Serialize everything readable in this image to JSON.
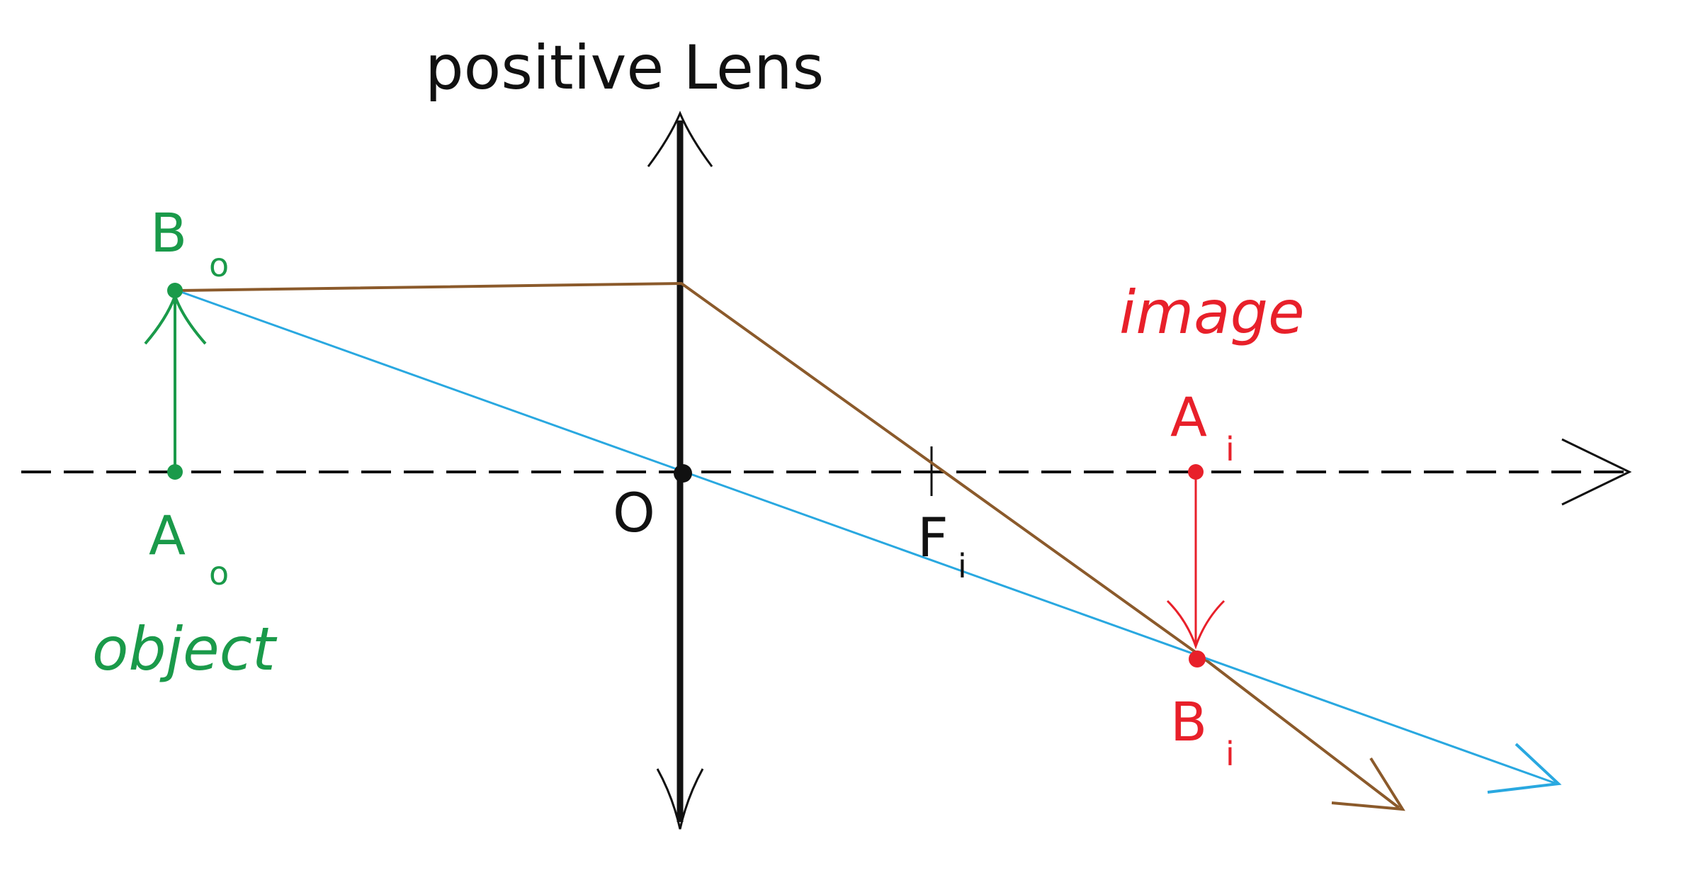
{
  "title": "positive Lens",
  "labels": {
    "object": "object",
    "image": "image",
    "lens_center": "O",
    "focal_point": "F",
    "focal_sub": "i",
    "object_top": "B",
    "object_top_sub": "o",
    "object_base": "A",
    "object_base_sub": "o",
    "image_base": "A",
    "image_base_sub": "i",
    "image_tip": "B",
    "image_tip_sub": "i"
  },
  "colors": {
    "object": "#1a9a4a",
    "image": "#e8202a",
    "ray_parallel": "#8b5a2b",
    "ray_chief": "#29a8e0",
    "axis": "#111111",
    "lens": "#111111"
  }
}
